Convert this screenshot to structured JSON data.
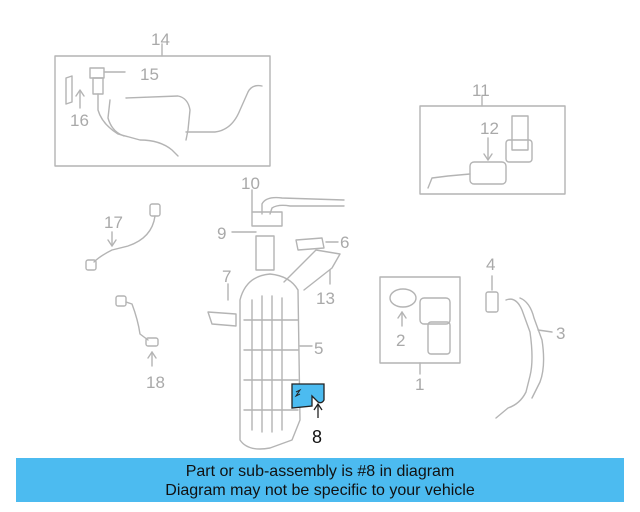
{
  "callouts": {
    "n1": "1",
    "n2": "2",
    "n3": "3",
    "n4": "4",
    "n5": "5",
    "n6": "6",
    "n7": "7",
    "n8": "8",
    "n9": "9",
    "n10": "10",
    "n11": "11",
    "n12": "12",
    "n13": "13",
    "n14": "14",
    "n15": "15",
    "n16": "16",
    "n17": "17",
    "n18": "18"
  },
  "highlight": {
    "part": "8",
    "color": "#4cbbf0"
  },
  "colors": {
    "line": "#b4b4b4",
    "banner": "#4cbbf0"
  },
  "banner": {
    "line1": "Part or sub-assembly is #8 in diagram",
    "line2": "Diagram may not be specific to your vehicle"
  }
}
